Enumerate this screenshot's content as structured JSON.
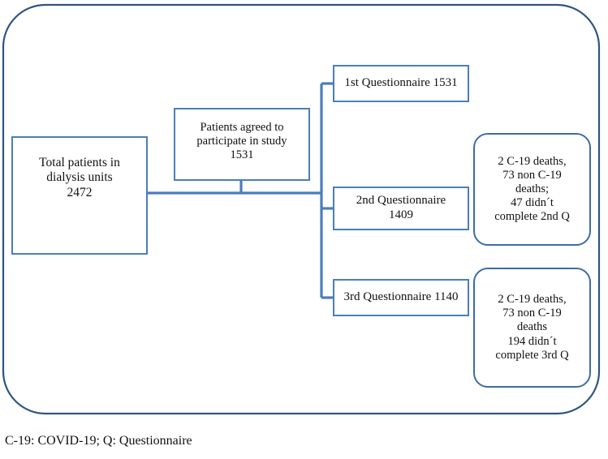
{
  "figure": {
    "caption": "C-19: COVID-19; Q: Questionnaire",
    "colors": {
      "node_border": "#4a7ebb",
      "rounded_border": "#3c6ca8",
      "outer_border": "#2f5580",
      "connector": "#4a7ebb",
      "background": "#ffffff",
      "text": "#111111"
    }
  },
  "nodes": {
    "total_patients": {
      "text": "Total patients in\ndialysis units\n2472",
      "label": "Total patients in dialysis units",
      "value": "2472"
    },
    "agreed": {
      "text": "Patients agreed to\nparticipate in study\n1531",
      "label": "Patients agreed to participate in study",
      "value": "1531"
    },
    "questionnaire_1": {
      "text": "1st Questionnaire  1531",
      "label": "1st Questionnaire",
      "value": "1531"
    },
    "questionnaire_2": {
      "text": "2nd Questionnaire\n1409",
      "label": "2nd Questionnaire",
      "value": "1409"
    },
    "questionnaire_3": {
      "text": "3rd Questionnaire  1140",
      "label": "3rd Questionnaire",
      "value": "1140"
    },
    "losses_2nd": {
      "text": "2 C-19  deaths,\n73 non C-19\ndeaths;\n47 didn´t\ncomplete 2nd Q",
      "covid_deaths": "2",
      "non_covid_deaths": "73",
      "did_not_complete": "47"
    },
    "losses_3rd": {
      "text": "2 C-19 deaths,\n73 non C-19\ndeaths\n194 didn´t\ncomplete 3rd Q",
      "covid_deaths": "2",
      "non_covid_deaths": "73",
      "did_not_complete": "194"
    }
  },
  "chart_data": {
    "type": "diagram",
    "title": "Study flow diagram",
    "flow": [
      {
        "id": "total_patients",
        "label": "Total patients in dialysis units",
        "value": 2472
      },
      {
        "id": "agreed",
        "label": "Patients agreed to participate in study",
        "value": 1531
      },
      {
        "id": "questionnaire_1",
        "label": "1st Questionnaire",
        "value": 1531
      },
      {
        "id": "questionnaire_2",
        "label": "2nd Questionnaire",
        "value": 1409
      },
      {
        "id": "questionnaire_3",
        "label": "3rd Questionnaire",
        "value": 1140
      }
    ],
    "attrition": [
      {
        "after": "questionnaire_1",
        "covid_deaths": 2,
        "non_covid_deaths": 73,
        "did_not_complete": 47,
        "stage": "2nd Q"
      },
      {
        "after": "questionnaire_2",
        "covid_deaths": 2,
        "non_covid_deaths": 73,
        "did_not_complete": 194,
        "stage": "3rd Q"
      }
    ],
    "edges": [
      {
        "from": "total_patients",
        "to": "questionnaire_1"
      },
      {
        "from": "total_patients",
        "to": "questionnaire_2"
      },
      {
        "from": "total_patients",
        "to": "questionnaire_3"
      },
      {
        "from": "agreed",
        "to": "trunk"
      }
    ]
  }
}
